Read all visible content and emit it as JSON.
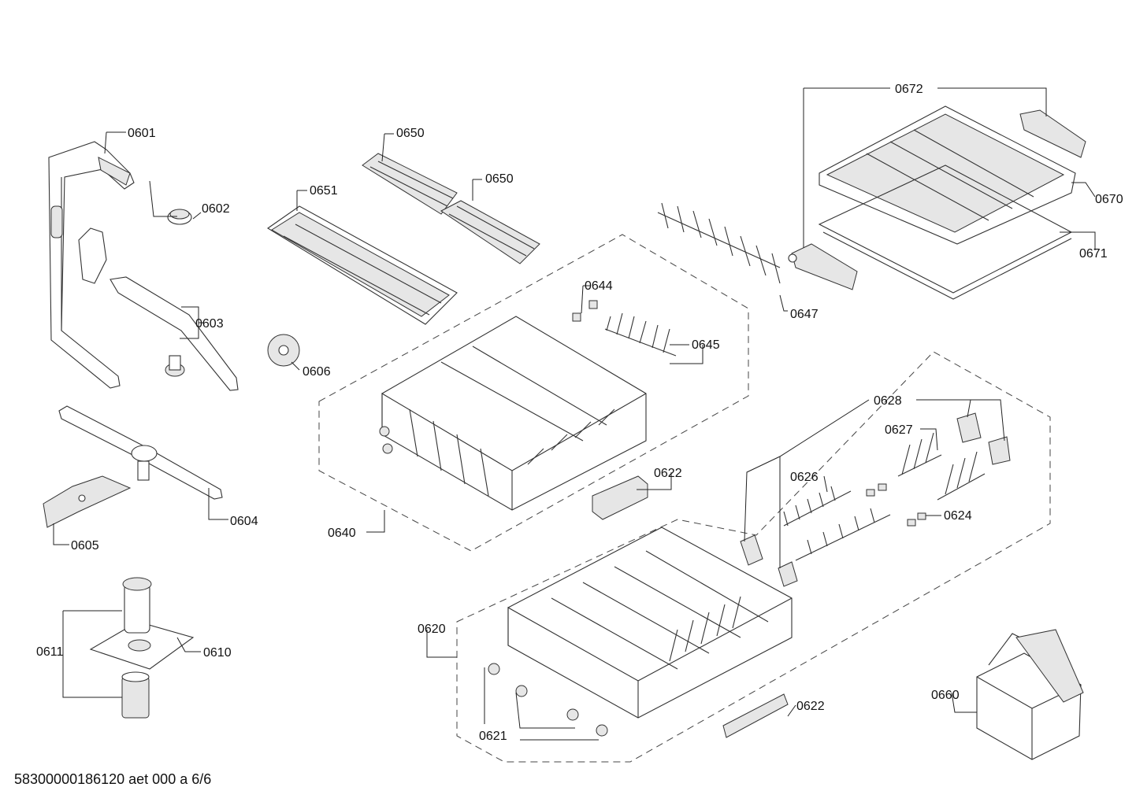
{
  "labels": {
    "p0601": "0601",
    "p0602": "0602",
    "p0603": "0603",
    "p0604": "0604",
    "p0605": "0605",
    "p0606": "0606",
    "p0610": "0610",
    "p0611": "0611",
    "p0620": "0620",
    "p0621": "0621",
    "p0622a": "0622",
    "p0622b": "0622",
    "p0624": "0624",
    "p0626": "0626",
    "p0627": "0627",
    "p0628": "0628",
    "p0640": "0640",
    "p0644": "0644",
    "p0645": "0645",
    "p0647": "0647",
    "p0650a": "0650",
    "p0650b": "0650",
    "p0651": "0651",
    "p0660": "0660",
    "p0670": "0670",
    "p0671": "0671",
    "p0672": "0672"
  },
  "footer": "58300000186120 aet 000 a 6/6"
}
